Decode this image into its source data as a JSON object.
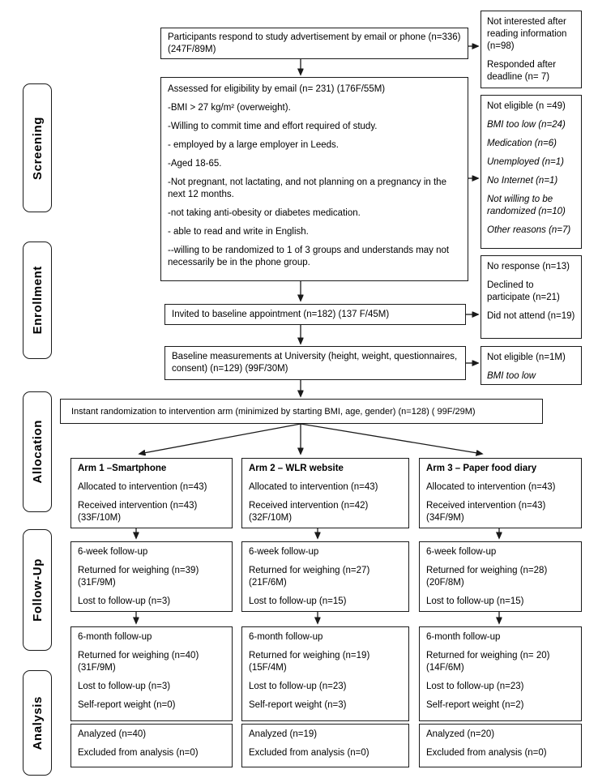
{
  "colors": {
    "border": "#1a1a1a",
    "text": "#000000",
    "background": "#ffffff"
  },
  "stages": [
    {
      "label": "Screening"
    },
    {
      "label": "Enrollment"
    },
    {
      "label": "Allocation"
    },
    {
      "label": "Follow-Up"
    },
    {
      "label": "Analysis"
    }
  ],
  "flow": {
    "respond": {
      "lines": [
        "Participants respond to study advertisement by email or phone (n=336) (247F/89M)"
      ]
    },
    "eligibility": {
      "lines": [
        "Assessed for eligibility by email (n= 231) (176F/55M)",
        "-BMI > 27 kg/m² (overweight).",
        "-Willing to commit time and effort required of study.",
        "- employed by a large employer in Leeds.",
        "-Aged 18-65.",
        "-Not pregnant, not lactating, and not planning on a pregnancy in the next 12 months.",
        "-not taking anti-obesity or diabetes medication.",
        "- able to read and write in English.",
        "--willing to be randomized to 1 of 3 groups and understands may not necessarily be in the phone group."
      ]
    },
    "invited": {
      "lines": [
        "Invited to baseline appointment (n=182) (137 F/45M)"
      ]
    },
    "baseline": {
      "lines": [
        "Baseline measurements at University (height, weight, questionnaires, consent) (n=129) (99F/30M)"
      ]
    },
    "randomization": {
      "lines": [
        "Instant randomization to intervention arm (minimized by starting BMI, age, gender) (n=128) ( 99F/29M)"
      ]
    }
  },
  "exclusions": {
    "advert": {
      "lines": [
        "Not interested after reading information (n=98)",
        "Responded after deadline (n= 7)"
      ]
    },
    "eligibility": {
      "lines": [
        "Not eligible (n =49)",
        {
          "text": "BMI too low (n=24)",
          "italic": true
        },
        {
          "text": "Medication (n=6)",
          "italic": true
        },
        {
          "text": "Unemployed (n=1)",
          "italic": true
        },
        {
          "text": "No Internet (n=1)",
          "italic": true
        },
        {
          "text": "Not willing to be randomized (n=10)",
          "italic": true
        },
        {
          "text": "Other reasons (n=7)",
          "italic": true
        }
      ]
    },
    "invitation": {
      "lines": [
        "No response (n=13)",
        "Declined to participate (n=21)",
        "Did not attend (n=19)"
      ]
    },
    "baseline": {
      "lines": [
        "Not eligible (n=1M)",
        {
          "text": "BMI too low",
          "italic": true
        }
      ]
    }
  },
  "arms": [
    {
      "title": "Arm 1 –Smartphone",
      "allocation": [
        "Allocated to intervention (n=43)",
        "Received intervention (n=43) (33F/10M)"
      ],
      "week6": [
        "6-week follow-up",
        "Returned for weighing (n=39) (31F/9M)",
        "Lost to follow-up (n=3)"
      ],
      "month6": [
        "6-month follow-up",
        "Returned for weighing (n=40) (31F/9M)",
        "Lost to follow-up (n=3)",
        "Self-report weight (n=0)"
      ],
      "analysis": [
        "Analyzed (n=40)",
        "Excluded from analysis (n=0)"
      ]
    },
    {
      "title": "Arm 2 – WLR website",
      "allocation": [
        "Allocated to intervention (n=43)",
        "Received intervention (n=42) (32F/10M)"
      ],
      "week6": [
        "6-week follow-up",
        "Returned for weighing (n=27) (21F/6M)",
        "Lost to follow-up (n=15)"
      ],
      "month6": [
        "6-month follow-up",
        "Returned for weighing (n=19) (15F/4M)",
        "Lost to follow-up (n=23)",
        "Self-report weight (n=3)"
      ],
      "analysis": [
        "Analyzed (n=19)",
        "Excluded from analysis (n=0)"
      ]
    },
    {
      "title": "Arm 3 – Paper food diary",
      "allocation": [
        "Allocated to intervention (n=43)",
        "Received intervention (n=43) (34F/9M)"
      ],
      "week6": [
        "6-week follow-up",
        "Returned for weighing (n=28) (20F/8M)",
        "Lost to follow-up (n=15)"
      ],
      "month6": [
        "6-month follow-up",
        "Returned for weighing (n= 20) (14F/6M)",
        "Lost to follow-up (n=23)",
        "Self-report weight (n=2)"
      ],
      "analysis": [
        "Analyzed (n=20)",
        "Excluded from analysis (n=0)"
      ]
    }
  ]
}
